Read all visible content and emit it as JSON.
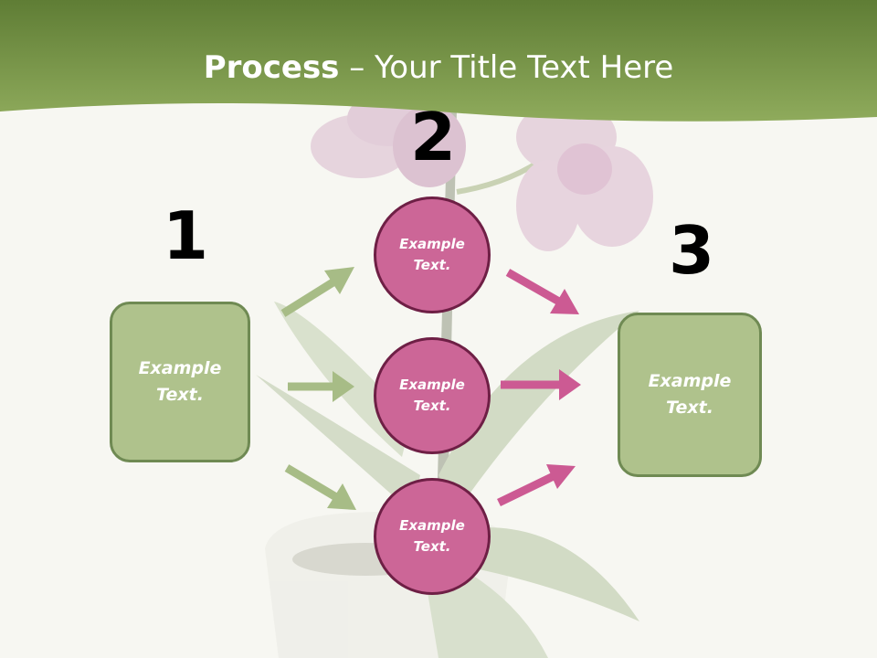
{
  "slide": {
    "title_bold": "Process",
    "title_rest": " – Your Title Text Here"
  },
  "steps": [
    {
      "number": "1",
      "text": "Example\nText."
    },
    {
      "number": "2",
      "texts": [
        "Example\nText.",
        "Example\nText.",
        "Example\nText."
      ]
    },
    {
      "number": "3",
      "text": "Example\nText."
    }
  ],
  "colors": {
    "header_green": "#7a9a48",
    "box_green": "#afc28c",
    "circle_pink": "#cc6697",
    "arrow_green": "#a7bc86",
    "arrow_pink": "#cc5a93"
  }
}
